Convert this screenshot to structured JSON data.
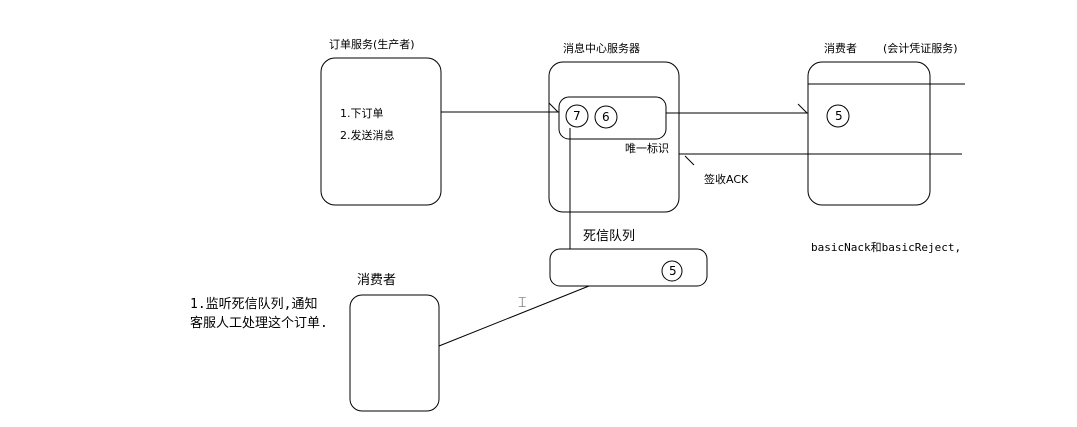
{
  "producer": {
    "title": "订单服务(生产者)",
    "steps": [
      "1.下订单",
      "2.发送消息"
    ]
  },
  "mq_center": {
    "title": "消息中心服务器",
    "messages": [
      "7",
      "6"
    ],
    "unique_id_label": "唯一标识"
  },
  "consumer": {
    "title": "消费者",
    "subtitle": "(会计凭证服务)",
    "message": "5",
    "ack_label": "签收ACK"
  },
  "dead_letter": {
    "title": "死信队列",
    "message": "5"
  },
  "nack_note": "basicNack和basicReject,",
  "dlq_consumer": {
    "title": "消费者",
    "note_lines": [
      "1.监听死信队列,通知",
      "客服人工处理这个订单."
    ]
  },
  "cursor_icon": "text-cursor-icon"
}
